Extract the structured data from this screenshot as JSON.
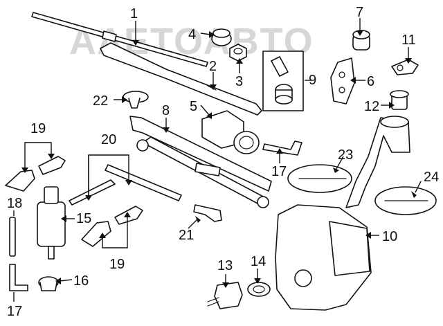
{
  "watermark": "ΑΛΕΤΟΑΒΤΟ",
  "callouts": {
    "c1": "1",
    "c2": "2",
    "c3": "3",
    "c4": "4",
    "c5": "5",
    "c6": "6",
    "c7": "7",
    "c8": "8",
    "c9": "9",
    "c10": "10",
    "c11": "11",
    "c12": "12",
    "c13": "13",
    "c14": "14",
    "c15": "15",
    "c16": "16",
    "c17a": "17",
    "c17b": "17",
    "c18": "18",
    "c19a": "19",
    "c19b": "19",
    "c20": "20",
    "c21": "21",
    "c22": "22",
    "c23": "23",
    "c24": "24"
  }
}
